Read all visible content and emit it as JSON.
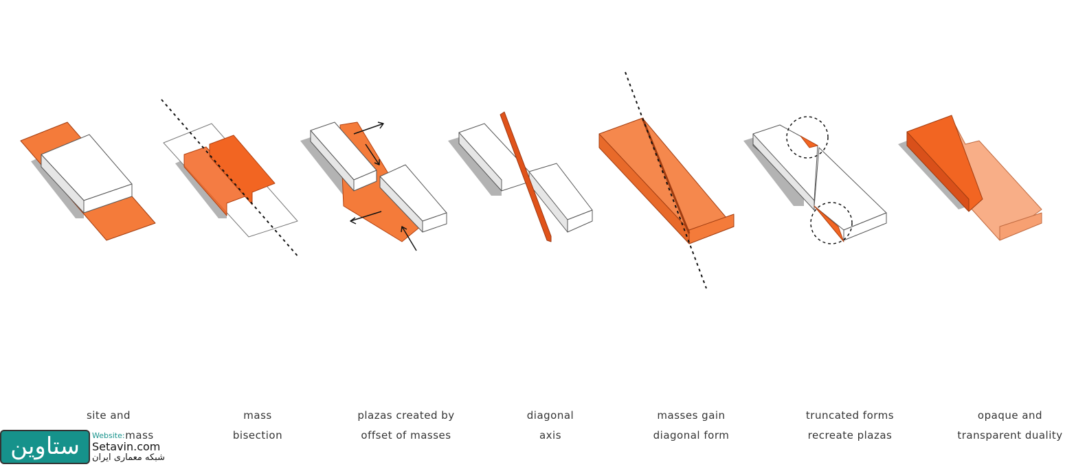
{
  "colors": {
    "orange": "#f26522",
    "light_orange": "#f7a072",
    "shadow": "#b3b3b3",
    "teal": "#16928b"
  },
  "labels": [
    {
      "line1": "site and",
      "line2": "mass"
    },
    {
      "line1": "mass",
      "line2": "bisection"
    },
    {
      "line1": "plazas created by",
      "line2": "offset of masses"
    },
    {
      "line1": "diagonal",
      "line2": "axis"
    },
    {
      "line1": "masses gain",
      "line2": "diagonal form"
    },
    {
      "line1": "truncated forms",
      "line2": "recreate plazas"
    },
    {
      "line1": "opaque and",
      "line2": "transparent duality"
    }
  ],
  "watermark": {
    "logo": "ستاوین",
    "website_label": "Website:",
    "site": "Setavin.com",
    "tagline": "شبکه معماری ایران"
  }
}
